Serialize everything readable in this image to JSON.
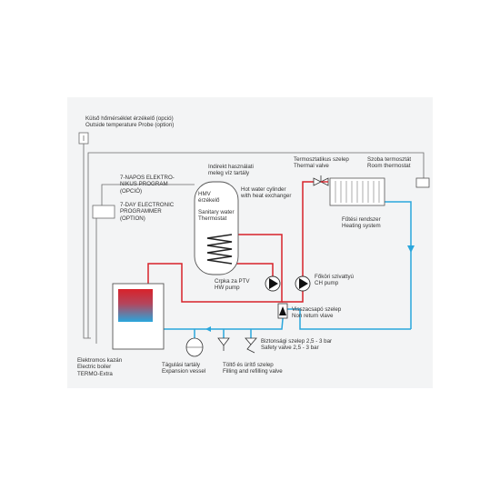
{
  "labels": {
    "outside_probe": [
      "Külső hőmérséklet érzékelő (opció)",
      "Outside temperature Probe (option)"
    ],
    "program_hu": [
      "7-NAPOS ELEKTRO-",
      "NIKUS PROGRAM",
      "(OPCIÓ)"
    ],
    "program_en": [
      "7-DAY ELECTRONIC",
      "PROGRAMMER",
      "(OPTION)"
    ],
    "cylinder_hu": [
      "Indirekt használati",
      "meleg víz tartály"
    ],
    "hmv_sensor": [
      "HMV",
      "érzékelő"
    ],
    "sanitary_thermostat": [
      "Sanitary water",
      "Thermostat"
    ],
    "cylinder_en": [
      "Hot water cylinder",
      "with heat exchanger"
    ],
    "thermal_valve": [
      "Termosztatikus szelep",
      "Thermal valve"
    ],
    "room_thermostat": [
      "Szoba termosztát",
      "Room thermostat"
    ],
    "heating_system": [
      "Fűtési rendszer",
      "Heating system"
    ],
    "hw_pump": [
      "Crpka za PTV",
      "HW pump"
    ],
    "ch_pump": [
      "Főköri szivattyú",
      "CH pump"
    ],
    "non_return": [
      "Visszacsapó szelep",
      "Non return vlave"
    ],
    "safety_valve": [
      "Biztonsági szelep 2,5 - 3 bar",
      "Safety valve 2,5 - 3 bar"
    ],
    "boiler": [
      "Elektromos kazán",
      "Electric boiler",
      "TERMO-Extra"
    ],
    "expansion": [
      "Tágulási tartály",
      "Expansion vessel"
    ],
    "filling": [
      "Töltő és ürítő szelep",
      "Filling and refilling valve"
    ]
  },
  "colors": {
    "hot": "#d8222a",
    "cold": "#2aa6dc",
    "wire": "#6b6b6b",
    "paper": "#f3f4f5"
  }
}
